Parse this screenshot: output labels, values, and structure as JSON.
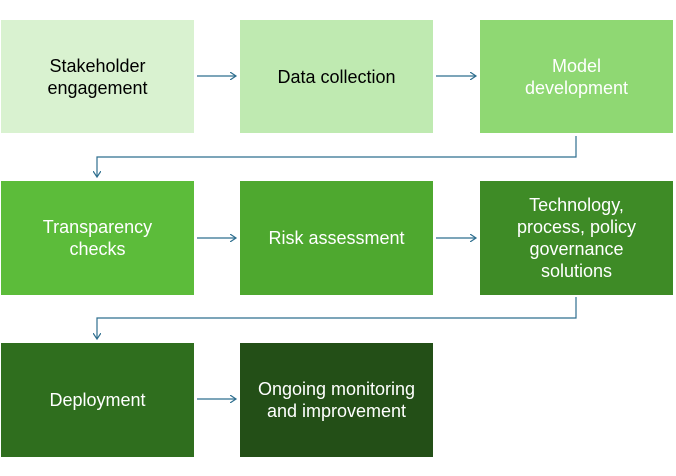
{
  "diagram": {
    "steps": [
      {
        "label": "Stakeholder\nengagement",
        "fill": "#d9f2d0",
        "text_color": "#000000"
      },
      {
        "label": "Data collection",
        "fill": "#bfeab1",
        "text_color": "#000000"
      },
      {
        "label": "Model\ndevelopment",
        "fill": "#8fd873",
        "text_color": "#ffffff"
      },
      {
        "label": "Transparency\nchecks",
        "fill": "#5cbc3a",
        "text_color": "#ffffff"
      },
      {
        "label": "Risk assessment",
        "fill": "#4ea82f",
        "text_color": "#ffffff"
      },
      {
        "label": "Technology,\nprocess, policy\ngovernance\nsolutions",
        "fill": "#3e8b26",
        "text_color": "#ffffff"
      },
      {
        "label": "Deployment",
        "fill": "#2f6e1e",
        "text_color": "#ffffff"
      },
      {
        "label": "Ongoing monitoring\nand improvement",
        "fill": "#234f17",
        "text_color": "#ffffff"
      }
    ],
    "connector_color": "#2f6f8f"
  }
}
